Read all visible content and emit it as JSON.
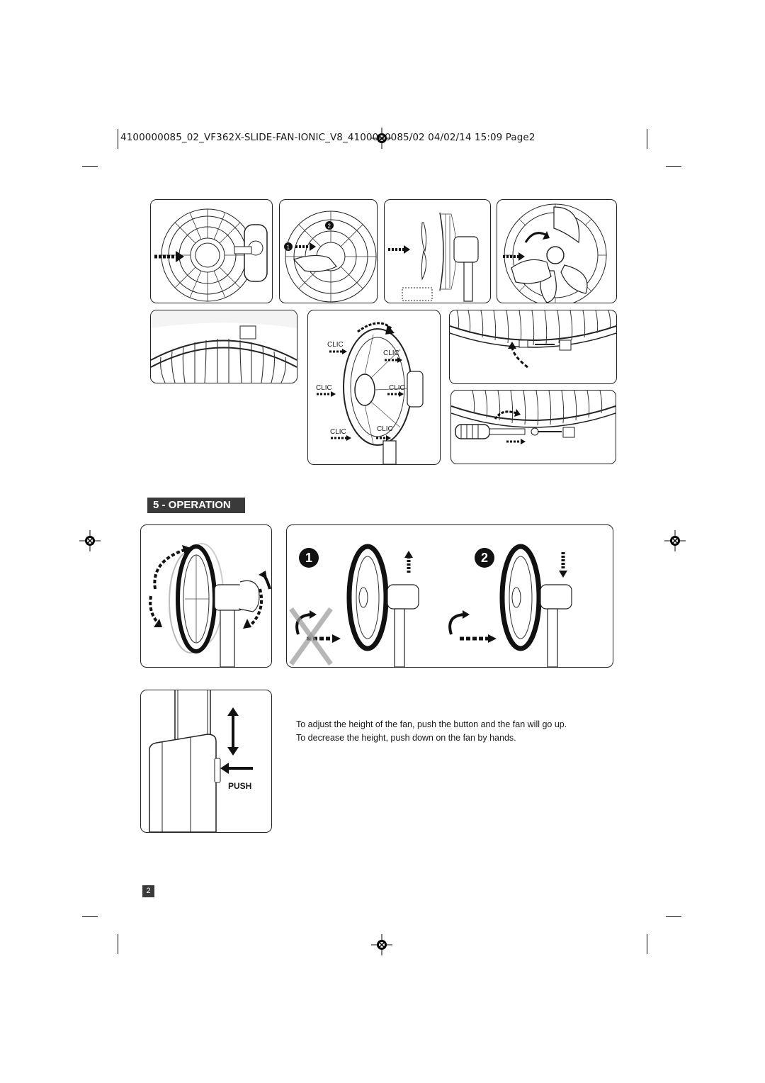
{
  "header": {
    "file_info": "4100000085_02_VF362X-SLIDE-FAN-IONIC_V8_4100000085/02  04/02/14  15:09  Page2"
  },
  "assembly": {
    "clic_labels": [
      "CLIC",
      "CLIC",
      "CLIC",
      "CLIC",
      "CLIC",
      "CLIC"
    ],
    "step_markers": [
      "1",
      "2"
    ]
  },
  "operation": {
    "section_title": "5 - OPERATION",
    "step_numbers": [
      "1",
      "2"
    ],
    "push_label": "PUSH",
    "instructions": [
      "To adjust the height of the fan, push the button and the fan will go up.",
      "To decrease the height, push down on the fan by hands."
    ]
  },
  "page_number": "2",
  "icons": [
    "registration-mark-icon",
    "fan-guard-icon",
    "arrow-icon",
    "screwdriver-icon",
    "hand-icon",
    "cross-mark-icon"
  ]
}
